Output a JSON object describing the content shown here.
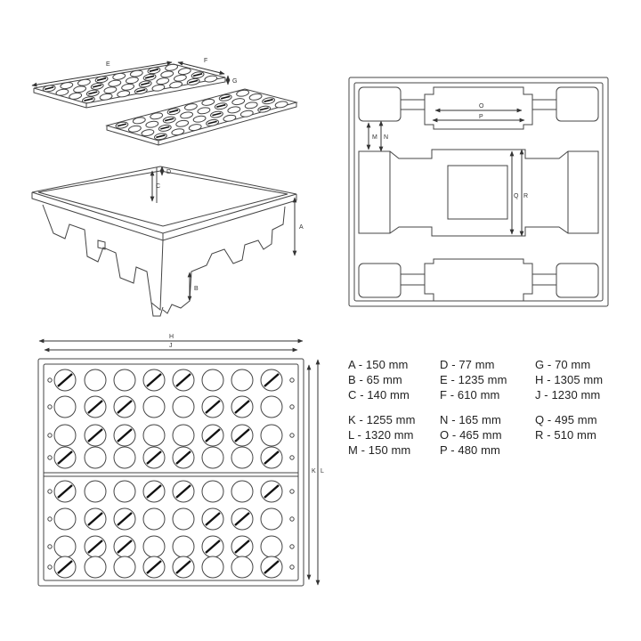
{
  "diagram": {
    "iso_labels": {
      "e": "E",
      "f": "F",
      "g": "G",
      "d": "D",
      "c": "C",
      "a": "A",
      "b": "B"
    },
    "plan_labels": {
      "o": "O",
      "p": "P",
      "m": "M",
      "n": "N",
      "q": "Q",
      "r": "R"
    },
    "top_labels": {
      "h": "H",
      "j": "J",
      "k": "K",
      "l": "L"
    },
    "dimensions": [
      {
        "text": "A - 150 mm"
      },
      {
        "text": "B - 65 mm"
      },
      {
        "text": "C - 140 mm"
      },
      {
        "text": "D - 77 mm"
      },
      {
        "text": "E - 1235 mm"
      },
      {
        "text": "F - 610 mm"
      },
      {
        "text": "G - 70 mm"
      },
      {
        "text": "H - 1305 mm"
      },
      {
        "text": "J - 1230 mm"
      },
      {
        "text": "K - 1255 mm"
      },
      {
        "text": "L - 1320 mm"
      },
      {
        "text": "M - 150 mm"
      },
      {
        "text": "N - 165 mm"
      },
      {
        "text": "O - 465 mm"
      },
      {
        "text": "P - 480 mm"
      },
      {
        "text": "Q - 495 mm"
      },
      {
        "text": "R - 510 mm"
      }
    ]
  }
}
